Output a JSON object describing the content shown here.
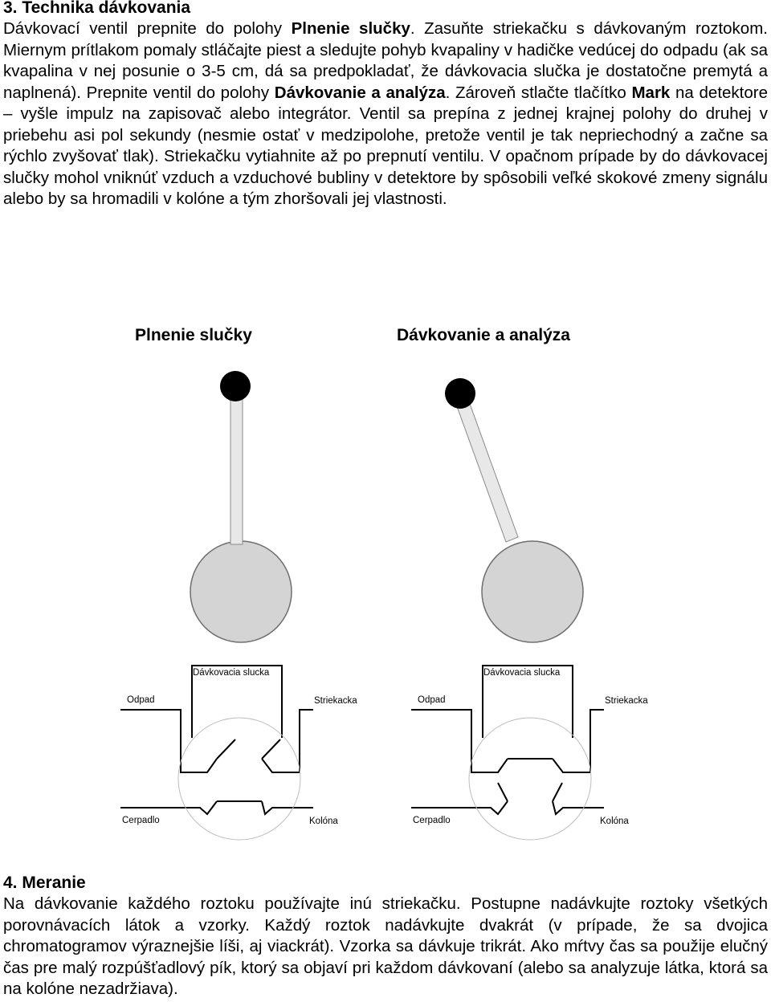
{
  "section3": {
    "heading": "3. Technika dávkovania",
    "p_run1": "Dávkovací ventil prepnite do polohy ",
    "p_bold1": "Plnenie slučky",
    "p_run2": ". Zasuňte striekačku s dávkovaným roztokom. Miernym prítlakom pomaly stláčajte piest a sledujte pohyb kvapaliny v hadičke vedúcej do odpadu (ak sa kvapalina v nej posunie o 3-5 cm, dá sa predpokladať, že dávkovacia slučka je dostatočne premytá a naplnená). Prepnite ventil do polohy ",
    "p_bold2": "Dávkovanie a analýza",
    "p_run3": ". Zároveň stlačte tlačítko ",
    "p_bold3": "Mark",
    "p_run4": " na detektore – vyšle impulz na zapisovač alebo integrátor. Ventil sa prepína z jednej krajnej polohy do druhej v priebehu asi pol sekundy (nesmie ostať v medzipolohe, pretože ventil je tak nepriechodný a začne sa rýchlo zvyšovať tlak). Striekačku vytiahnite až po prepnutí ventilu. V opačnom prípade by do dávkovacej slučky mohol vniknúť vzduch a vzduchové bubliny v detektore by spôsobili veľké skokové zmeny signálu alebo by sa hromadili v kolóne a tým zhoršovali jej vlastnosti."
  },
  "diagram": {
    "left_title": "Plnenie slučky",
    "right_title": "Dávkovanie a analýza",
    "loop_label": "Dávkovacia slucka",
    "waste_label": "Odpad",
    "syringe_label": "Striekacka",
    "pump_label": "Cerpadlo",
    "column_label": "Kolóna",
    "colors": {
      "knob": "#000000",
      "disc": "#d4d4d4",
      "stem": "#e8e8e8",
      "line": "#000000"
    }
  },
  "section4": {
    "heading": "4. Meranie",
    "paragraph": "Na dávkovanie každého roztoku používajte inú striekačku. Postupne nadávkujte roztoky všetkých porovnávacích látok a vzorky. Každý roztok nadávkujte dvakrát (v prípade, že sa dvojica chromatogramov výraznejšie líši, aj viackrát). Vzorka sa dávkuje trikrát. Ako mŕtvy čas sa použije elučný čas pre malý rozpúšťadlový pík, ktorý sa objaví pri každom dávkovaní (alebo sa analyzuje látka, ktorá sa na kolóne nezadržiava)."
  }
}
